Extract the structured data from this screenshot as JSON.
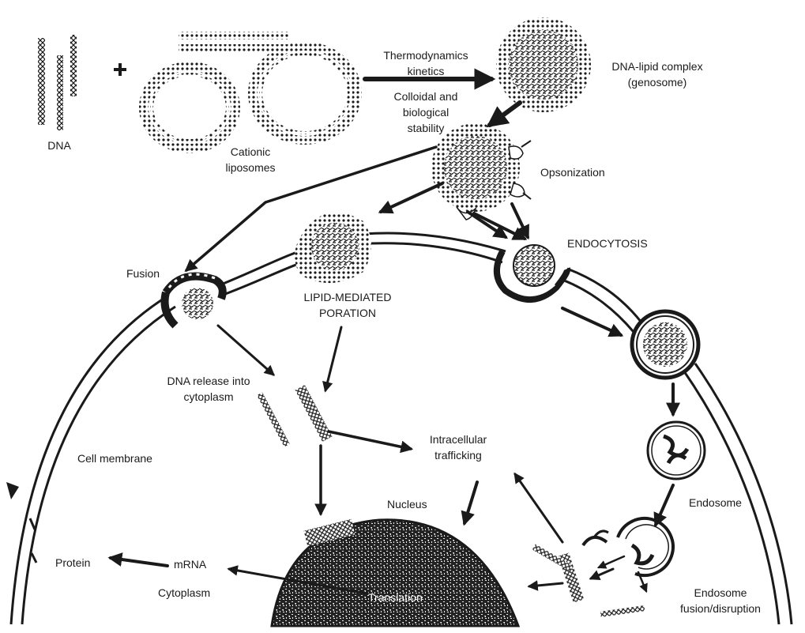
{
  "labels": {
    "dna": "DNA",
    "cationic_liposomes": [
      "Cationic",
      "liposomes"
    ],
    "thermodynamics": [
      "Thermodynamics",
      "kinetics"
    ],
    "colloidal": [
      "Colloidal and",
      "biological",
      "stability"
    ],
    "dna_lipid_complex": [
      "DNA-lipid complex",
      "(genosome)"
    ],
    "opsonization": "Opsonization",
    "endocytosis": "ENDOCYTOSIS",
    "fusion": "Fusion",
    "lipid_mediated_poration": [
      "LIPID-MEDIATED",
      "PORATION"
    ],
    "dna_release": [
      "DNA release into",
      "cytoplasm"
    ],
    "intracellular_trafficking": [
      "Intracellular",
      "trafficking"
    ],
    "cell_membrane": "Cell membrane",
    "endosome": "Endosome",
    "nucleus": "Nucleus",
    "protein": "Protein",
    "mrna": "mRNA",
    "cytoplasm": "Cytoplasm",
    "translation": "Translation",
    "endosome_fusion": [
      "Endosome",
      "fusion/disruption"
    ]
  },
  "symbols": {
    "plus": "+"
  },
  "colors": {
    "ink": "#1a1a1a",
    "paper": "#ffffff"
  }
}
